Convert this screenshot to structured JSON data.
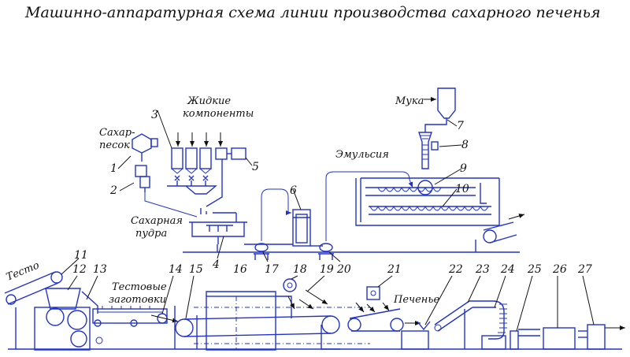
{
  "title": "Машинно-аппаратурная схема  линии производства сахарного печенья",
  "labels": {
    "liquid_components": [
      "Жидкие",
      "компоненты"
    ],
    "sugar_sand": [
      "Сахар-",
      "песок"
    ],
    "sugar_powder": [
      "Сахарная",
      "пудра"
    ],
    "emulsion": "Эмульсия",
    "flour": "Мука",
    "dough": "Тесто",
    "dough_pieces": [
      "Тестовые",
      "заготовки"
    ],
    "cookies": "Печенье"
  },
  "numbers": {
    "n1": "1",
    "n2": "2",
    "n3": "3",
    "n4": "4",
    "n5": "5",
    "n6": "6",
    "n7": "7",
    "n8": "8",
    "n9": "9",
    "n10": "10",
    "n11": "11",
    "n12": "12",
    "n13": "13",
    "n14": "14",
    "n15": "15",
    "n16": "16",
    "n17": "17",
    "n18": "18",
    "n19": "19",
    "n20": "20",
    "n21": "21",
    "n22": "22",
    "n23": "23",
    "n24": "24",
    "n25": "25",
    "n26": "26",
    "n27": "27"
  }
}
